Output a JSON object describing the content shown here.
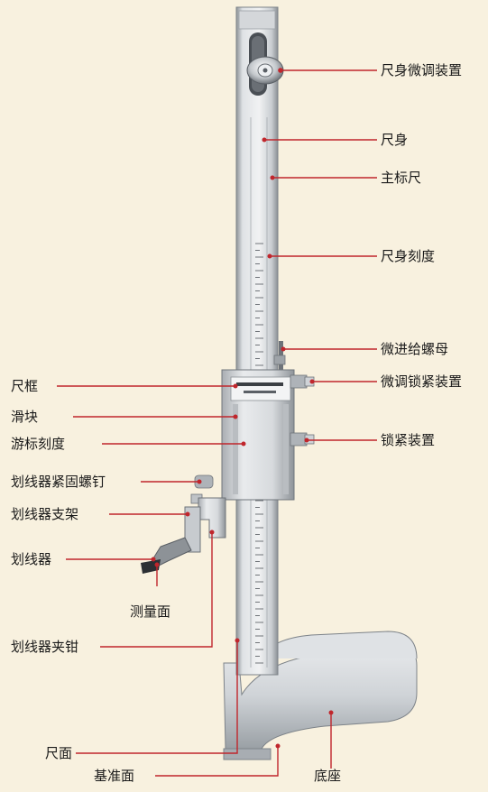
{
  "labels": {
    "fine_adjust_device": "尺身微调装置",
    "ruler_body": "尺身",
    "main_scale": "主标尺",
    "body_graduation": "尺身刻度",
    "fine_feed_nut": "微进给螺母",
    "fine_adjust_lock": "微调锁紧装置",
    "ruler_frame": "尺框",
    "slider": "滑块",
    "vernier_graduation": "游标刻度",
    "lock_device": "锁紧装置",
    "scriber_clamp_screw": "划线器紧固螺钉",
    "scriber_bracket": "划线器支架",
    "scriber": "划线器",
    "measuring_face": "测量面",
    "scriber_clamp": "划线器夹钳",
    "ruler_face": "尺面",
    "reference_face": "基准面",
    "base": "底座"
  },
  "colors": {
    "background": "#f8f1df",
    "leader_line": "#c0262c",
    "metal_light": "#e6e8ea",
    "metal_dark": "#9ea3a8"
  }
}
